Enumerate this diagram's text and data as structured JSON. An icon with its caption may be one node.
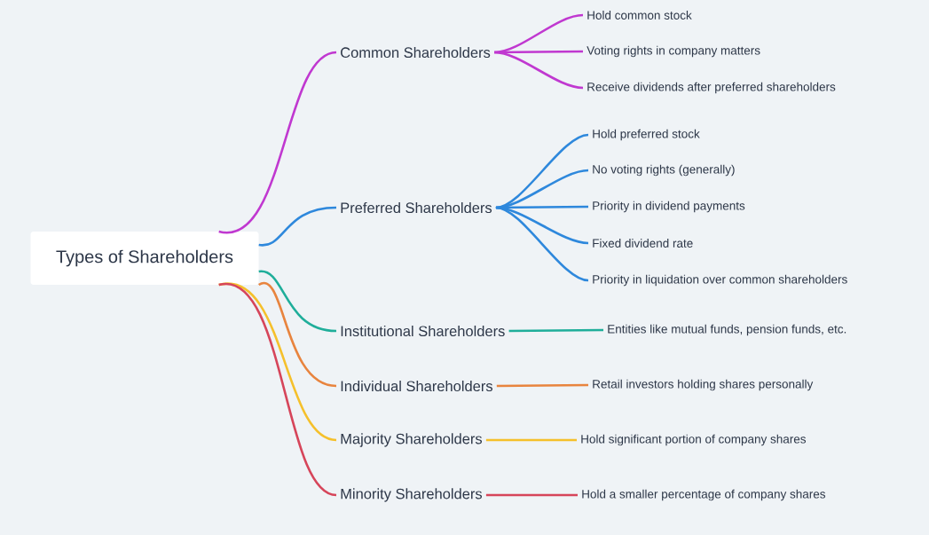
{
  "diagram": {
    "nodes": [
      {
        "text": [
          "Types of Shareholders"
        ]
      },
      {
        "text": [
          "Common Shareholders"
        ]
      },
      {
        "text": [
          "Hold common stock"
        ]
      },
      {
        "text": [
          "Voting rights in company matters"
        ]
      },
      {
        "text": [
          "Receive dividends after preferred shareholders"
        ]
      },
      {
        "text": [
          "Preferred Shareholders"
        ]
      },
      {
        "text": [
          "Hold preferred stock"
        ]
      },
      {
        "text": [
          "No voting rights (generally)"
        ]
      },
      {
        "text": [
          "Priority in dividend payments"
        ]
      },
      {
        "text": [
          "Fixed dividend rate"
        ]
      },
      {
        "text": [
          "Priority in liquidation over common shareholders"
        ]
      },
      {
        "text": [
          "Institutional Shareholders"
        ]
      },
      {
        "text": [
          "Entities like mutual funds, pension funds, etc."
        ]
      },
      {
        "text": [
          "Individual Shareholders"
        ]
      },
      {
        "text": [
          "Retail investors holding shares personally"
        ]
      },
      {
        "text": [
          "Majority Shareholders"
        ]
      },
      {
        "text": [
          "Hold significant portion of company shares"
        ]
      },
      {
        "text": [
          "Minority Shareholders"
        ]
      },
      {
        "text": [
          "Hold a smaller percentage of company shares"
        ]
      }
    ],
    "edges": [
      {
        "from": 0,
        "to": 1,
        "arrow": "none",
        "color": "#c038d0"
      },
      {
        "from": 1,
        "to": 2,
        "arrow": "none",
        "color": "#c038d0"
      },
      {
        "from": 1,
        "to": 3,
        "arrow": "none",
        "color": "#c038d0"
      },
      {
        "from": 1,
        "to": 4,
        "arrow": "none",
        "color": "#c038d0"
      },
      {
        "from": 0,
        "to": 5,
        "arrow": "none",
        "color": "#2e88dc"
      },
      {
        "from": 5,
        "to": 6,
        "arrow": "none",
        "color": "#2e88dc"
      },
      {
        "from": 5,
        "to": 7,
        "arrow": "none",
        "color": "#2e88dc"
      },
      {
        "from": 5,
        "to": 8,
        "arrow": "none",
        "color": "#2e88dc"
      },
      {
        "from": 5,
        "to": 9,
        "arrow": "none",
        "color": "#2e88dc"
      },
      {
        "from": 5,
        "to": 10,
        "arrow": "none",
        "color": "#2e88dc"
      },
      {
        "from": 0,
        "to": 11,
        "arrow": "none",
        "color": "#1fae9a"
      },
      {
        "from": 11,
        "to": 12,
        "arrow": "none",
        "color": "#1fae9a"
      },
      {
        "from": 0,
        "to": 13,
        "arrow": "none",
        "color": "#e8843e"
      },
      {
        "from": 13,
        "to": 14,
        "arrow": "none",
        "color": "#e8843e"
      },
      {
        "from": 0,
        "to": 15,
        "arrow": "none",
        "color": "#f5c02b"
      },
      {
        "from": 15,
        "to": 16,
        "arrow": "none",
        "color": "#f5c02b"
      },
      {
        "from": 0,
        "to": 17,
        "arrow": "none",
        "color": "#d6455a"
      },
      {
        "from": 17,
        "to": 18,
        "arrow": "none",
        "color": "#d6455a"
      }
    ]
  }
}
